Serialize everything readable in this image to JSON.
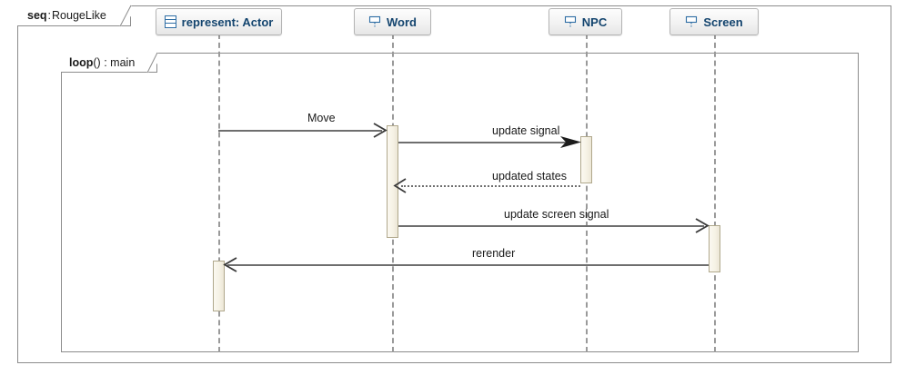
{
  "frame": {
    "keyword": "seq",
    "separator": ":",
    "name": "RougeLike"
  },
  "fragment": {
    "keyword": "loop",
    "parens": "()",
    "separator": ":",
    "name": "main"
  },
  "lifelines": [
    {
      "id": "actor",
      "label": "represent: Actor",
      "icon": "class-icon"
    },
    {
      "id": "word",
      "label": "Word",
      "icon": "interface-icon"
    },
    {
      "id": "npc",
      "label": "NPC",
      "icon": "interface-icon"
    },
    {
      "id": "screen",
      "label": "Screen",
      "icon": "interface-icon"
    }
  ],
  "messages": [
    {
      "id": "m1",
      "label": "Move",
      "from": "actor",
      "to": "word",
      "kind": "call",
      "arrowhead": "open",
      "direction": "right"
    },
    {
      "id": "m2",
      "label": "update signal",
      "from": "word",
      "to": "npc",
      "kind": "call",
      "arrowhead": "filled",
      "direction": "right"
    },
    {
      "id": "m3",
      "label": "updated states",
      "from": "npc",
      "to": "word",
      "kind": "return",
      "arrowhead": "open",
      "direction": "left"
    },
    {
      "id": "m4",
      "label": "update screen signal",
      "from": "word",
      "to": "screen",
      "kind": "call",
      "arrowhead": "open",
      "direction": "right"
    },
    {
      "id": "m5",
      "label": "rerender",
      "from": "screen",
      "to": "actor",
      "kind": "call",
      "arrowhead": "open",
      "direction": "left"
    }
  ],
  "colors": {
    "head_text": "#13446e",
    "icon_blue": "#2e6da4",
    "frame_border": "#8c8c8c",
    "lifeline": "#9a9a9a",
    "message": "#6e6e6e",
    "activation_fill": "#f6f2e5",
    "activation_border": "#b0a88c"
  }
}
